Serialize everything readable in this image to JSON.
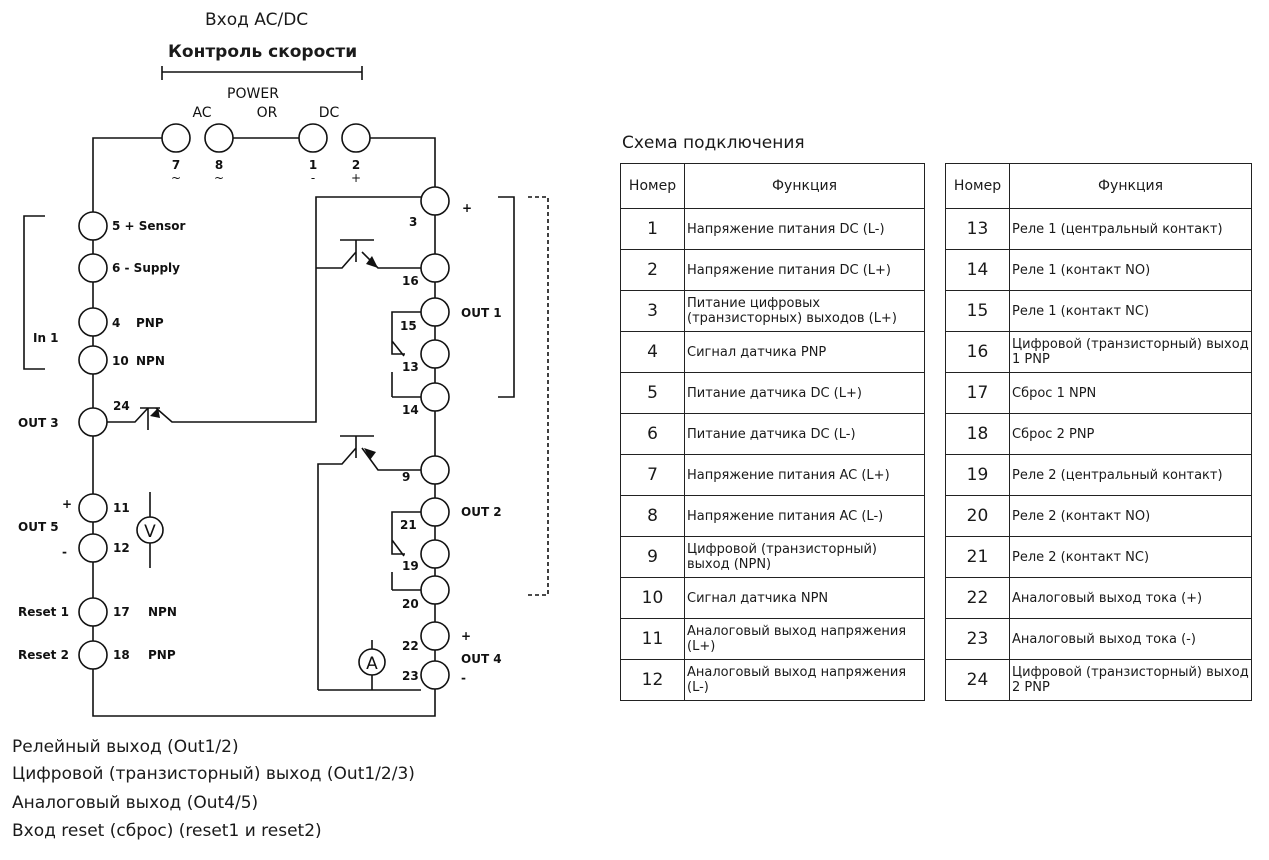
{
  "diagram": {
    "title_input": "Вход AC/DC",
    "title_control": "Контроль скорости",
    "power": {
      "label": "POWER",
      "or": "OR",
      "ac": "AC",
      "dc": "DC"
    },
    "terminals_top": [
      {
        "num": "7",
        "sign": "~"
      },
      {
        "num": "8",
        "sign": "~"
      },
      {
        "num": "1",
        "sign": "-"
      },
      {
        "num": "2",
        "sign": "+"
      }
    ],
    "left_terminals": {
      "t5": "5 + Sensor",
      "t6": "6 - Supply",
      "t4": "4",
      "t4_type": "PNP",
      "t10": "10",
      "t10_type": "NPN",
      "in1": "In  1",
      "out3": "OUT  3",
      "t24": "24",
      "out5": "OUT  5",
      "plus": "+",
      "minus": "-",
      "t11": "11",
      "t12": "12",
      "v": "V",
      "reset1": "Reset 1",
      "t17": "17",
      "t17_type": "NPN",
      "reset2": "Reset 2",
      "t18": "18",
      "t18_type": "PNP"
    },
    "right_terminals": {
      "t3": "3",
      "plus": "+",
      "t16": "16",
      "t15": "15",
      "t13": "13",
      "t14": "14",
      "out1": "OUT 1",
      "t9": "9",
      "t21": "21",
      "t19": "19",
      "t20": "20",
      "out2": "OUT 2",
      "t22": "22",
      "t23": "23",
      "a": "A",
      "out4": "OUT 4",
      "plus4": "+",
      "minus4": "-"
    }
  },
  "notes": [
    "Релейный выход (Out1/2)",
    "Цифровой (транзисторный) выход (Out1/2/3)",
    "Аналоговый выход (Out4/5)",
    "Вход reset (сброс) (reset1 и reset2)"
  ],
  "schema": {
    "title": "Схема подключения",
    "header_num": "Номер",
    "header_func": "Функция",
    "left_rows": [
      {
        "num": "1",
        "func": "Напряжение питания DC (L-)"
      },
      {
        "num": "2",
        "func": "Напряжение питания DC (L+)"
      },
      {
        "num": "3",
        "func": "Питание цифровых (транзисторных) выходов (L+)"
      },
      {
        "num": "4",
        "func": "Сигнал датчика PNP"
      },
      {
        "num": "5",
        "func": "Питание датчика DC (L+)"
      },
      {
        "num": "6",
        "func": "Питание датчика DC (L-)"
      },
      {
        "num": "7",
        "func": "Напряжение питания AC (L+)"
      },
      {
        "num": "8",
        "func": "Напряжение питания AC (L-)"
      },
      {
        "num": "9",
        "func": "Цифровой (транзисторный) выход (NPN)"
      },
      {
        "num": "10",
        "func": "Сигнал датчика NPN"
      },
      {
        "num": "11",
        "func": "Аналоговый выход напряжения (L+)"
      },
      {
        "num": "12",
        "func": "Аналоговый выход напряжения (L-)"
      }
    ],
    "right_rows": [
      {
        "num": "13",
        "func": "Реле 1 (центральный контакт)"
      },
      {
        "num": "14",
        "func": "Реле 1 (контакт NO)"
      },
      {
        "num": "15",
        "func": "Реле 1 (контакт NC)"
      },
      {
        "num": "16",
        "func": "Цифровой (транзисторный) выход 1 PNP"
      },
      {
        "num": "17",
        "func": "Сброс 1 NPN"
      },
      {
        "num": "18",
        "func": "Сброс 2 PNP"
      },
      {
        "num": "19",
        "func": "Реле 2 (центральный контакт)"
      },
      {
        "num": "20",
        "func": "Реле 2 (контакт NO)"
      },
      {
        "num": "21",
        "func": "Реле 2 (контакт NC)"
      },
      {
        "num": "22",
        "func": "Аналоговый выход тока (+)"
      },
      {
        "num": "23",
        "func": "Аналоговый выход тока (-)"
      },
      {
        "num": "24",
        "func": "Цифровой (транзисторный) выход 2 PNP"
      }
    ]
  }
}
